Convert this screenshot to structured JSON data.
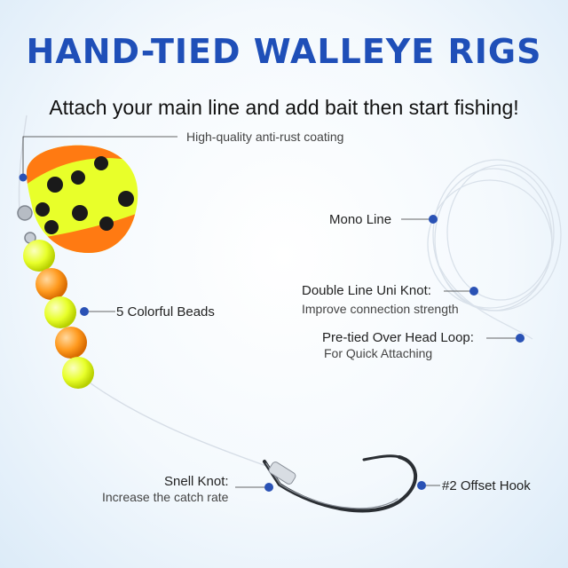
{
  "title": "HAND-TIED WALLEYE RIGS",
  "subtitle": "Attach your main line and add bait then start fishing!",
  "callouts": {
    "coating": "High-quality anti-rust coating",
    "mono": "Mono Line",
    "uni_knot_title": "Double Line Uni Knot:",
    "uni_knot_desc": "Improve connection strength",
    "beads": "5 Colorful Beads",
    "loop_title": "Pre-tied Over Head Loop:",
    "loop_desc": "For Quick Attaching",
    "snell_title": "Snell Knot:",
    "snell_desc": "Increase the catch rate",
    "hook": "#2 Offset Hook"
  },
  "colors": {
    "title_blue": "#1f4fb8",
    "dot_blue": "#2a52b5",
    "blade_yellow": "#e8ff2a",
    "blade_orange": "#ff7a12",
    "bead_yellow": "#eaff3a",
    "bead_orange": "#ff9a1e"
  }
}
